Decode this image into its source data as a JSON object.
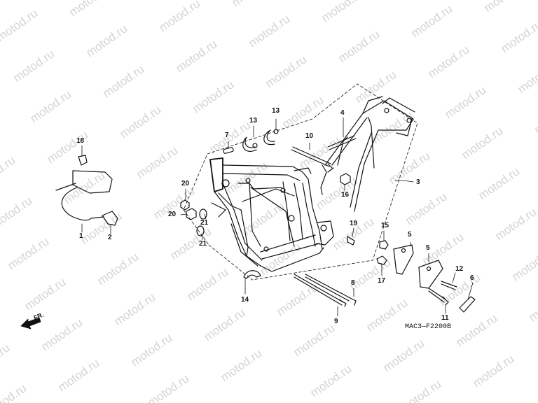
{
  "watermark": "motod.ru",
  "diagram_code": "MAC3—F2200B",
  "direction_label": "FR.",
  "callouts": [
    {
      "id": "1",
      "label": "1"
    },
    {
      "id": "2",
      "label": "2"
    },
    {
      "id": "3",
      "label": "3"
    },
    {
      "id": "4",
      "label": "4"
    },
    {
      "id": "5a",
      "label": "5"
    },
    {
      "id": "5b",
      "label": "5"
    },
    {
      "id": "6",
      "label": "6"
    },
    {
      "id": "7",
      "label": "7"
    },
    {
      "id": "8",
      "label": "8"
    },
    {
      "id": "9",
      "label": "9"
    },
    {
      "id": "10",
      "label": "10"
    },
    {
      "id": "11",
      "label": "11"
    },
    {
      "id": "12",
      "label": "12"
    },
    {
      "id": "13a",
      "label": "13"
    },
    {
      "id": "13b",
      "label": "13"
    },
    {
      "id": "14",
      "label": "14"
    },
    {
      "id": "15",
      "label": "15"
    },
    {
      "id": "16",
      "label": "16"
    },
    {
      "id": "17",
      "label": "17"
    },
    {
      "id": "18",
      "label": "18"
    },
    {
      "id": "19",
      "label": "19"
    },
    {
      "id": "20a",
      "label": "20"
    },
    {
      "id": "20b",
      "label": "20"
    },
    {
      "id": "21a",
      "label": "21"
    },
    {
      "id": "21b",
      "label": "21"
    }
  ]
}
